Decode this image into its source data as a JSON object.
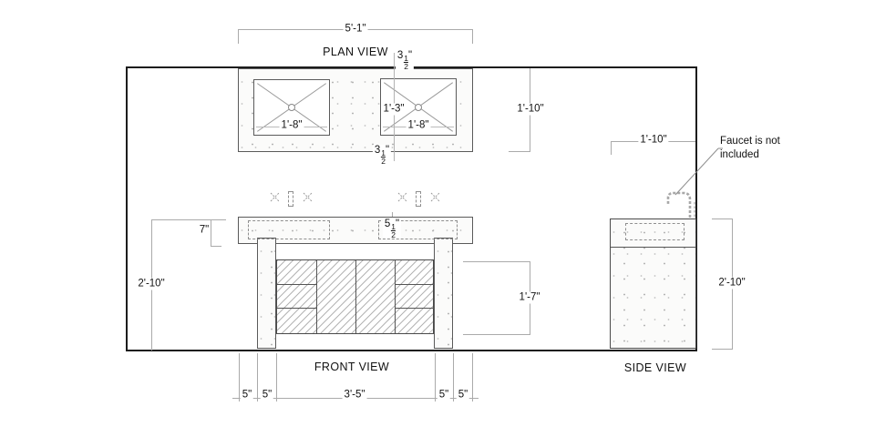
{
  "labels": {
    "plan_view": "PLAN VIEW",
    "front_view": "FRONT VIEW",
    "side_view": "SIDE VIEW"
  },
  "note": {
    "line1": "Faucet is not",
    "line2": "included"
  },
  "dims": {
    "plan_width": "5'-1\"",
    "plan_depth": "1'-10\"",
    "sink_left_width": "1'-8\"",
    "sink_right_width": "1'-8\"",
    "sink_depth": "1'-3\"",
    "backsplash_top": {
      "whole": "3",
      "num": "1",
      "den": "2",
      "unit": "\""
    },
    "backsplash_bottom": {
      "whole": "3",
      "num": "1",
      "den": "2",
      "unit": "\""
    },
    "counter_thickness": "7\"",
    "front_height": "2'-10\"",
    "bowl_depth": {
      "whole": "5",
      "num": "1",
      "den": "2",
      "unit": "\""
    },
    "cabinet_height": "1'-7\"",
    "overhang_left": "5\"",
    "leg_left": "5\"",
    "leg_span": "3'-5\"",
    "leg_right": "5\"",
    "overhang_right": "5\"",
    "side_depth": "1'-10\"",
    "side_height": "2'-10\""
  }
}
